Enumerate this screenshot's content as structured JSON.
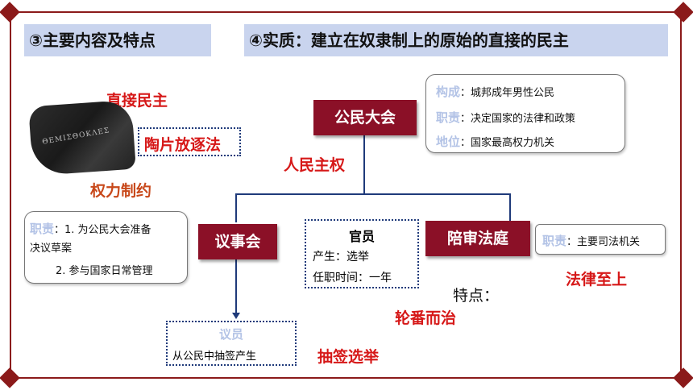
{
  "headers": {
    "section3": "③主要内容及特点",
    "section4": "④实质：建立在奴隶制上的原始的直接的民主"
  },
  "left": {
    "direct_democracy": "直接民主",
    "ostracism": "陶片放逐法",
    "power_check": "权力制约",
    "tablet_inscription": "ΘΕΜΙΣΘΟΚΛΕΣ"
  },
  "nodes": {
    "assembly": "公民大会",
    "council": "议事会",
    "court": "陪审法庭"
  },
  "labels": {
    "popular_sovereignty": "人民主权",
    "rule_of_law": "法律至上",
    "features": "特点：",
    "rotation": "轮番而治",
    "lottery": "抽签选举"
  },
  "assembly_info": {
    "rows": [
      {
        "key": "构成",
        "text": "：城邦成年男性公民"
      },
      {
        "key": "职责",
        "text": "：决定国家的法律和政策"
      },
      {
        "key": "地位",
        "text": "：国家最高权力机关"
      }
    ]
  },
  "council_info": {
    "key": "职责",
    "line1": "：1. 为公民大会准备",
    "line1b": "决议草案",
    "line2": "2. 参与国家日常管理"
  },
  "court_info": {
    "key": "职责",
    "text": "：主要司法机关"
  },
  "officials": {
    "title": "官员",
    "origin": "产生：选举",
    "term": "任职时间：一年"
  },
  "councilors": {
    "title": "议员",
    "text": "从公民中抽签产生"
  }
}
